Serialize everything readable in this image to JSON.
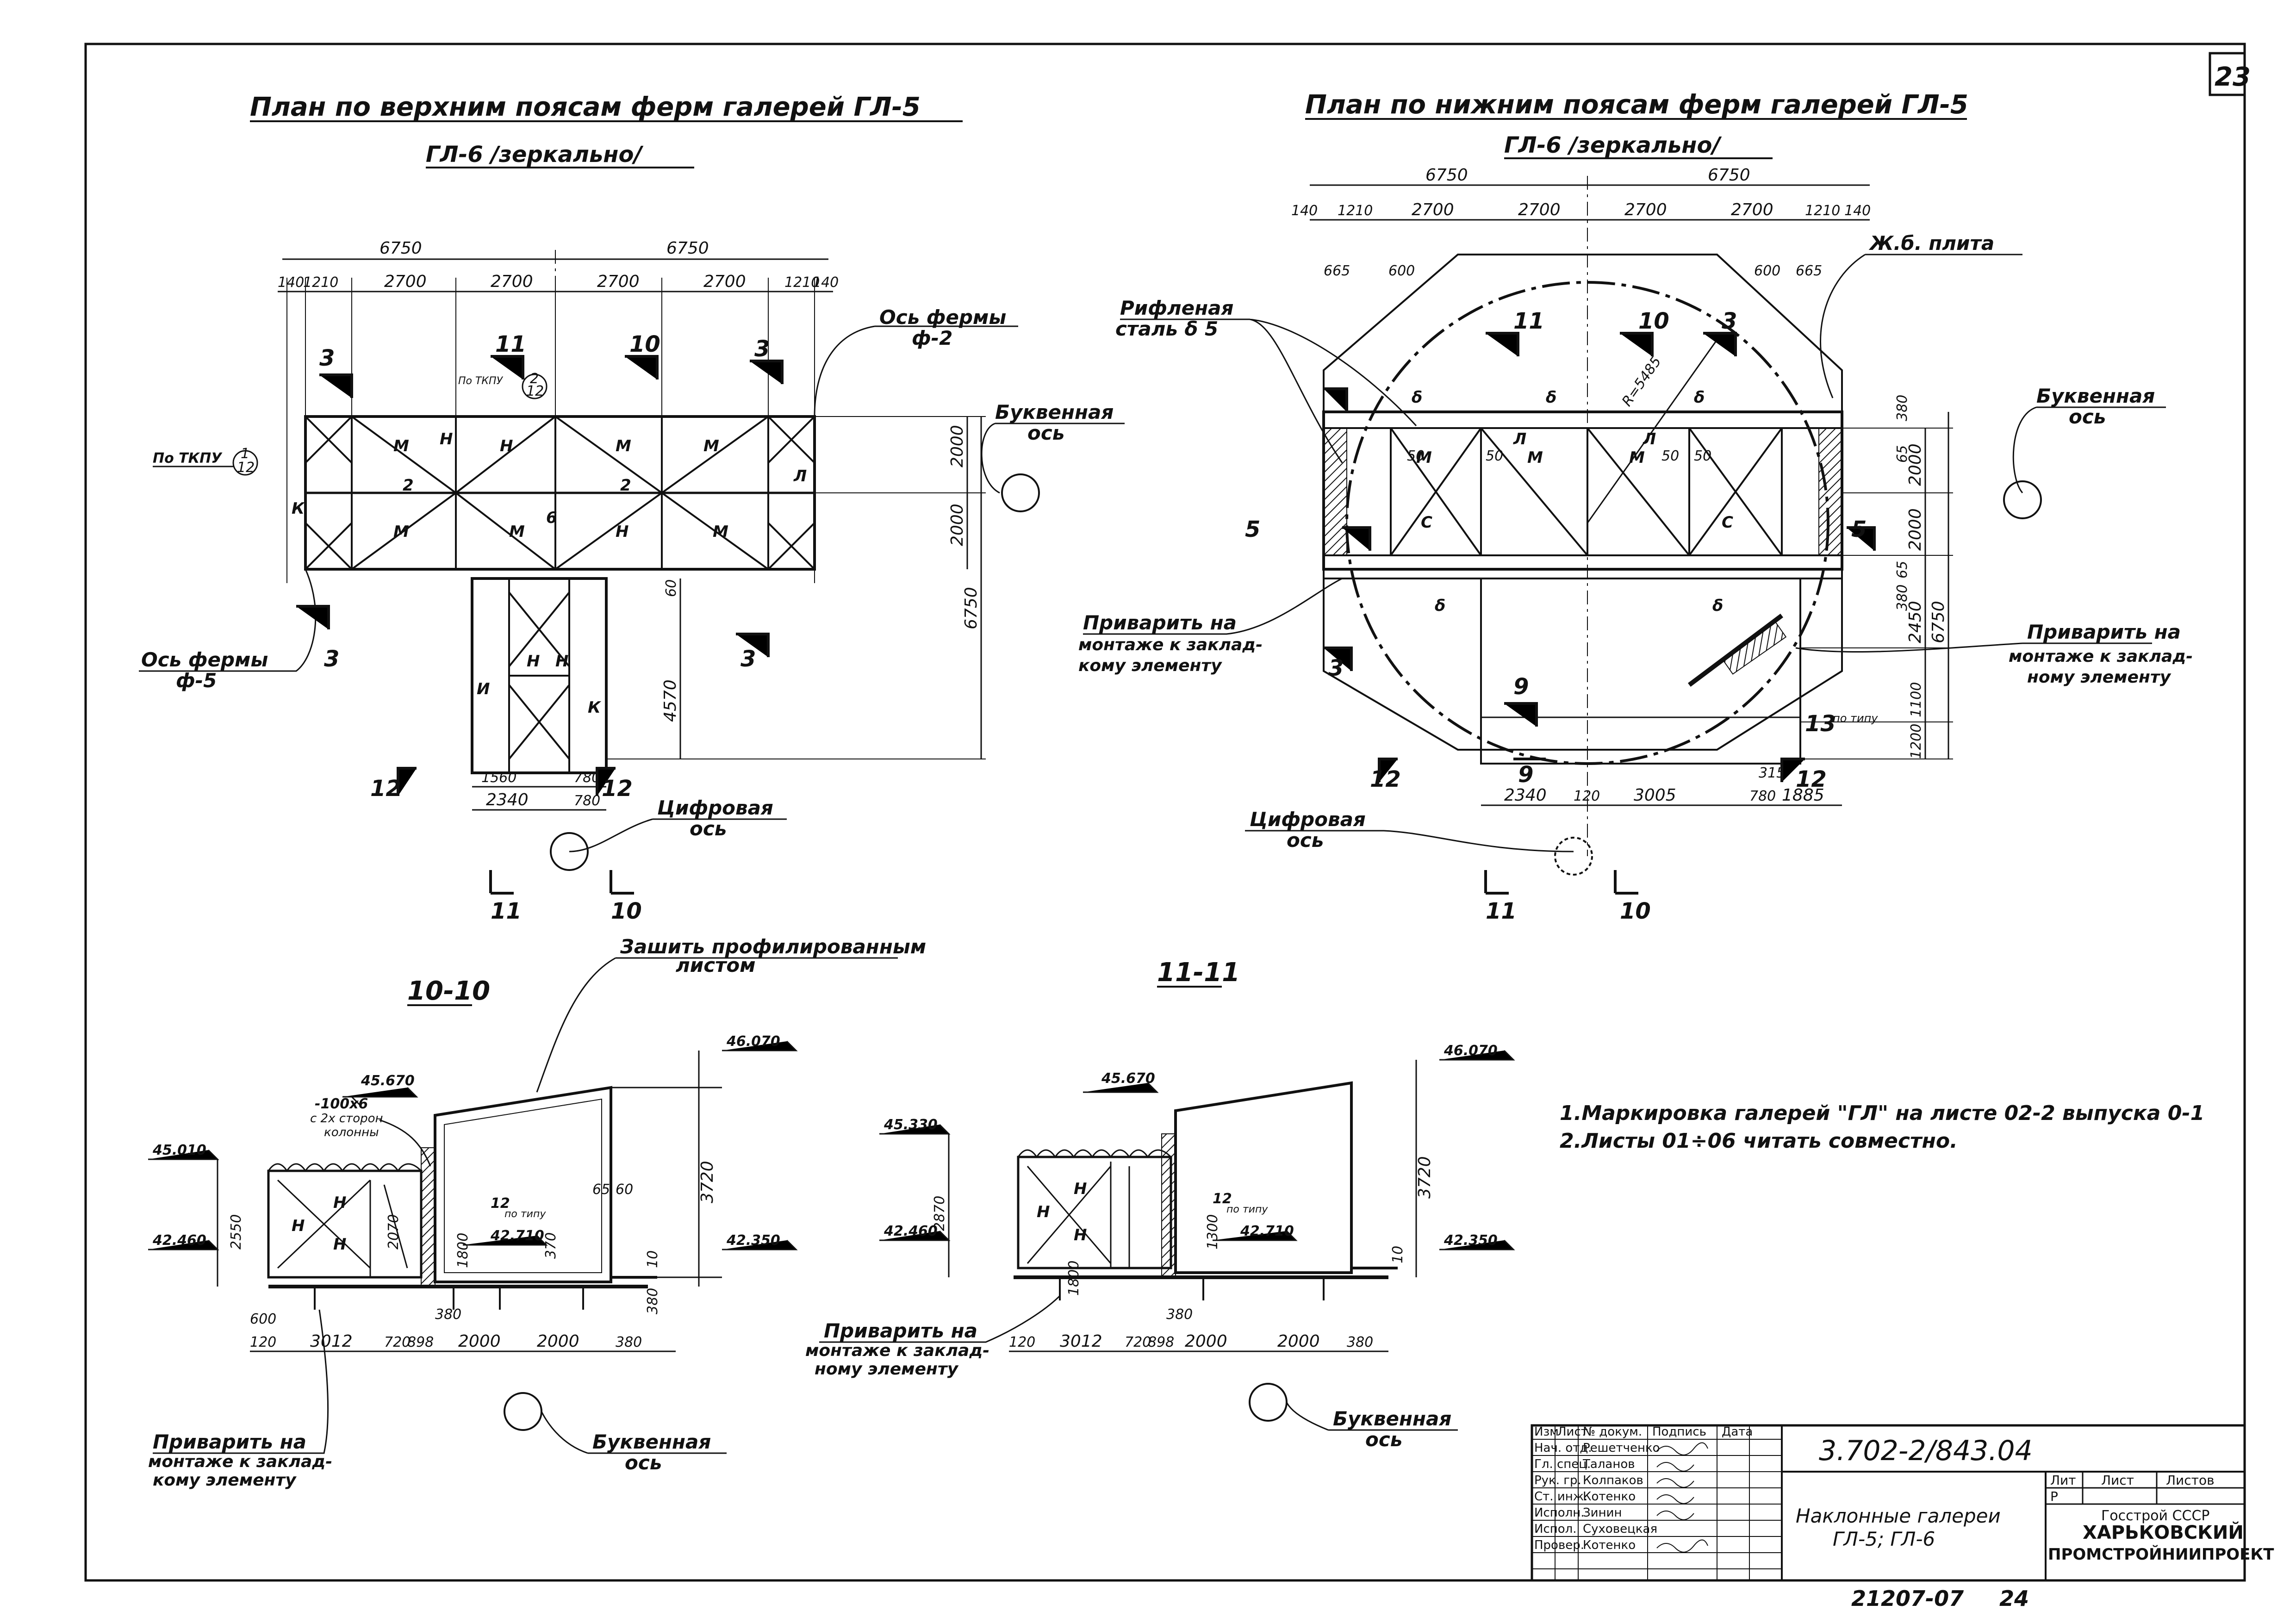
{
  "sheet": {
    "number": "23",
    "bottom_code": "21207-07",
    "bottom_page": "24"
  },
  "plan_top": {
    "title1": "План по верхним поясам ферм галерей ГЛ-5",
    "title2": "ГЛ-6 /зеркально/",
    "dim_total": [
      "6750",
      "6750"
    ],
    "dim_chain": [
      "140",
      "1210",
      "2700",
      "2700",
      "2700",
      "2700",
      "1210",
      "140"
    ],
    "dim_right": [
      "2000",
      "2000"
    ],
    "dim_right_total": "6750",
    "dim_stem": "4570",
    "dim_stem_small": "60",
    "dim_bottom_chain": [
      "1560",
      "780"
    ],
    "dim_bottom_total": [
      "2340",
      "780"
    ],
    "label_axis_truss_f2": "Ось фермы",
    "label_f2": "ф-2",
    "label_axis_truss_f5": "Ось фермы",
    "label_f5": "ф-5",
    "label_po_tkpu": "По ТКПУ",
    "label_po_tkpu2": "По ТКПУ",
    "label_letter_axis": "Буквенная",
    "label_letter_axis2": "ось",
    "label_digit_axis": "Цифровая",
    "label_digit_axis2": "ось",
    "cut_marks": [
      "3",
      "11",
      "10",
      "3",
      "3",
      "3",
      "12",
      "12",
      "11",
      "10"
    ],
    "member_marks": [
      "М",
      "Н",
      "2",
      "К",
      "Л",
      "6"
    ]
  },
  "plan_bottom": {
    "title1": "План по нижним поясам ферм галерей ГЛ-5",
    "title2": "ГЛ-6 /зеркально/",
    "dim_total": [
      "6750",
      "6750"
    ],
    "dim_chain": [
      "140",
      "1210",
      "2700",
      "2700",
      "2700",
      "2700",
      "1210",
      "140"
    ],
    "dim_sub": [
      "665",
      "600",
      "600",
      "665"
    ],
    "dim_right": [
      "2000",
      "2000",
      "2450",
      "1100",
      "1200"
    ],
    "dim_right_small": [
      "380",
      "65",
      "65",
      "380"
    ],
    "dim_right_total": "6750",
    "dim_radius": "R=5485",
    "dim_bottom": [
      "2340",
      "120",
      "3005",
      "780",
      "1885"
    ],
    "dim_315": "315",
    "dim_50": [
      "50",
      "50",
      "50",
      "50"
    ],
    "label_rifl": "Рифленая",
    "label_rifl2": "сталь δ 5",
    "label_plate": "Ж.б. плита",
    "label_weld1": "Приварить на",
    "label_weld2": "монтаже к заклад-",
    "label_weld3": "кому элементу",
    "label_weld_r1": "Приварить на",
    "label_weld_r2": "монтаже к заклад-",
    "label_weld_r3": "ному элементу",
    "label_letter_axis": "Буквенная",
    "label_letter_axis2": "ось",
    "label_digit_axis": "Цифровая",
    "label_digit_axis2": "ось",
    "label_13": "13",
    "label_po_tipu": "по типу",
    "cut_marks": [
      "11",
      "10",
      "3",
      "5",
      "5",
      "3",
      "9",
      "9",
      "12",
      "12",
      "11",
      "10"
    ]
  },
  "section_10": {
    "title": "10-10",
    "label_sheath1": "Зашить профилированным",
    "label_sheath2": "листом",
    "label_plate1": "-100х6",
    "label_plate2": "с 2х сторон",
    "label_plate3": "колонны",
    "elev": [
      "45.670",
      "46.070",
      "45.010",
      "42.460",
      "42.710",
      "42.350"
    ],
    "dims_v": [
      "2550",
      "3720",
      "65",
      "60",
      "2070",
      "1800",
      "370",
      "380",
      "10"
    ],
    "dims_h": [
      "600",
      "120",
      "3012",
      "720",
      "898",
      "2000",
      "2000",
      "380",
      "380"
    ],
    "label_12": "12",
    "label_po_tipu": "по типу",
    "label_weld1": "Приварить на",
    "label_weld2": "монтаже к заклад-",
    "label_weld3": "кому элементу",
    "label_letter_axis": "Буквенная",
    "label_letter_axis2": "ось"
  },
  "section_11": {
    "title": "11-11",
    "elev": [
      "45.670",
      "46.070",
      "45.330",
      "42.460",
      "42.710",
      "42.350"
    ],
    "dims_v": [
      "2870",
      "3720",
      "1300",
      "1800",
      "10"
    ],
    "dims_h": [
      "120",
      "3012",
      "720",
      "898",
      "2000",
      "2000",
      "380",
      "380"
    ],
    "label_12": "12",
    "label_po_tipu": "по типу",
    "label_weld1": "Приварить на",
    "label_weld2": "монтаже к заклад-",
    "label_weld3": "ному элементу",
    "label_letter_axis": "Буквенная",
    "label_letter_axis2": "ось"
  },
  "notes": [
    "1.Маркировка галерей \"ГЛ\" на листе 02-2 выпуска 0-1",
    "2.Листы  01÷06  читать совместно."
  ],
  "title_block": {
    "code": "3.702-2/843.04",
    "name1": "Наклонные галереи",
    "name2": "ГЛ-5; ГЛ-6",
    "header": [
      "Изм",
      "Лист",
      "№ докум.",
      "Подпись",
      "Дата"
    ],
    "roles": [
      "Нач. отд.",
      "Гл. спец.",
      "Рук. гр.",
      "Ст. инж.",
      "Исполн.",
      "Испол.",
      "Провер."
    ],
    "people": [
      "Решетченко",
      "Таланов",
      "Колпаков",
      "Котенко",
      "Зинин",
      "Суховецкая",
      "Котенко"
    ],
    "lit": "Лит",
    "list": "Лист",
    "listov": "Листов",
    "lit_val": "Р",
    "org1": "Госстрой СССР",
    "org2": "ХАРЬКОВСКИЙ",
    "org3": "ПРОМСТРОЙНИИПРОЕКТ"
  }
}
